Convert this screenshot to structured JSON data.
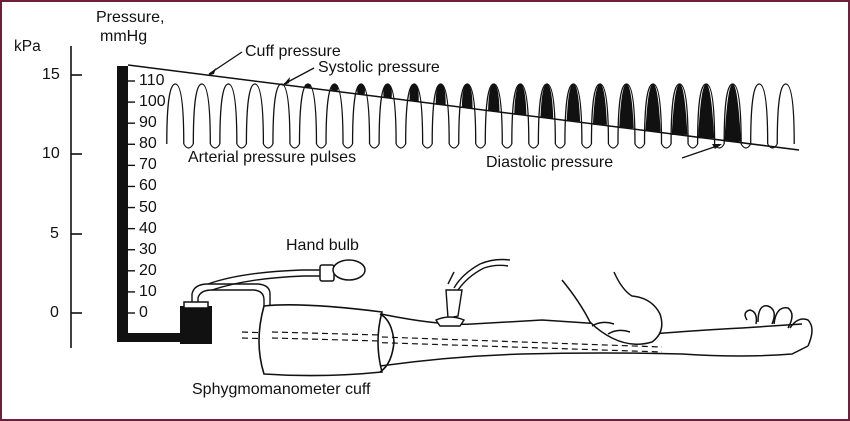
{
  "axes": {
    "left_unit": "kPa",
    "right_unit_line1": "Pressure,",
    "right_unit_line2": "mmHg",
    "kpa_ticks": [
      {
        "label": "15",
        "value": 15
      },
      {
        "label": "10",
        "value": 10
      },
      {
        "label": "5",
        "value": 5
      },
      {
        "label": "0",
        "value": 0
      }
    ],
    "mmhg_ticks": [
      "110",
      "100",
      "90",
      "80",
      "70",
      "60",
      "50",
      "40",
      "30",
      "20",
      "10",
      "0"
    ]
  },
  "labels": {
    "cuff_pressure": "Cuff pressure",
    "systolic_pressure": "Systolic pressure",
    "arterial_pulses": "Arterial pressure pulses",
    "diastolic_pressure": "Diastolic pressure",
    "hand_bulb": "Hand bulb",
    "cuff": "Sphygmomanometer cuff"
  },
  "colors": {
    "frame": "#6e1f3c",
    "ink": "#111111"
  }
}
